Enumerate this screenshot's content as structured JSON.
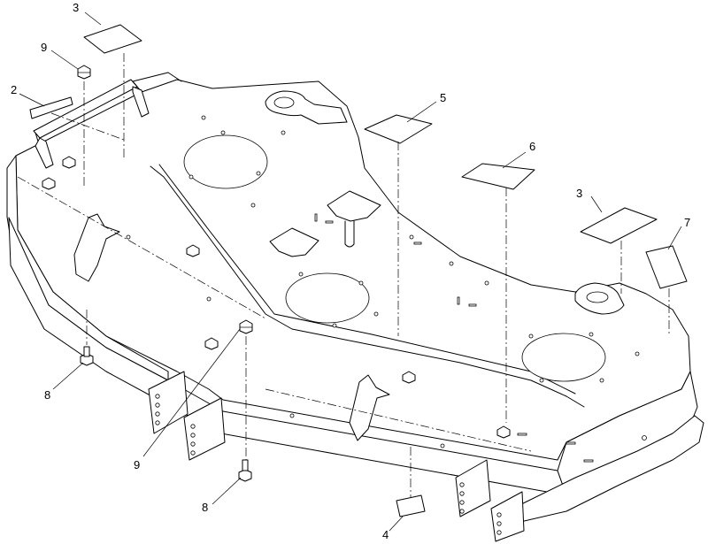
{
  "diagram": {
    "callouts": [
      {
        "id": "c3a",
        "label": "3"
      },
      {
        "id": "c9a",
        "label": "9"
      },
      {
        "id": "c2",
        "label": "2"
      },
      {
        "id": "c5",
        "label": "5"
      },
      {
        "id": "c6",
        "label": "6"
      },
      {
        "id": "c3b",
        "label": "3"
      },
      {
        "id": "c7",
        "label": "7"
      },
      {
        "id": "c8a",
        "label": "8"
      },
      {
        "id": "c9b",
        "label": "9"
      },
      {
        "id": "c8b",
        "label": "8"
      },
      {
        "id": "c4",
        "label": "4"
      }
    ]
  }
}
